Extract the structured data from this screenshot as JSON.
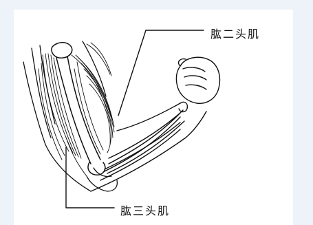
{
  "labels": {
    "biceps": "肱二头肌",
    "triceps": "肱三头肌"
  },
  "colors": {
    "background": "#eef3f9",
    "panel": "#ffffff",
    "ink": "#111111"
  },
  "icons": [
    "arm-muscle-illustration"
  ]
}
